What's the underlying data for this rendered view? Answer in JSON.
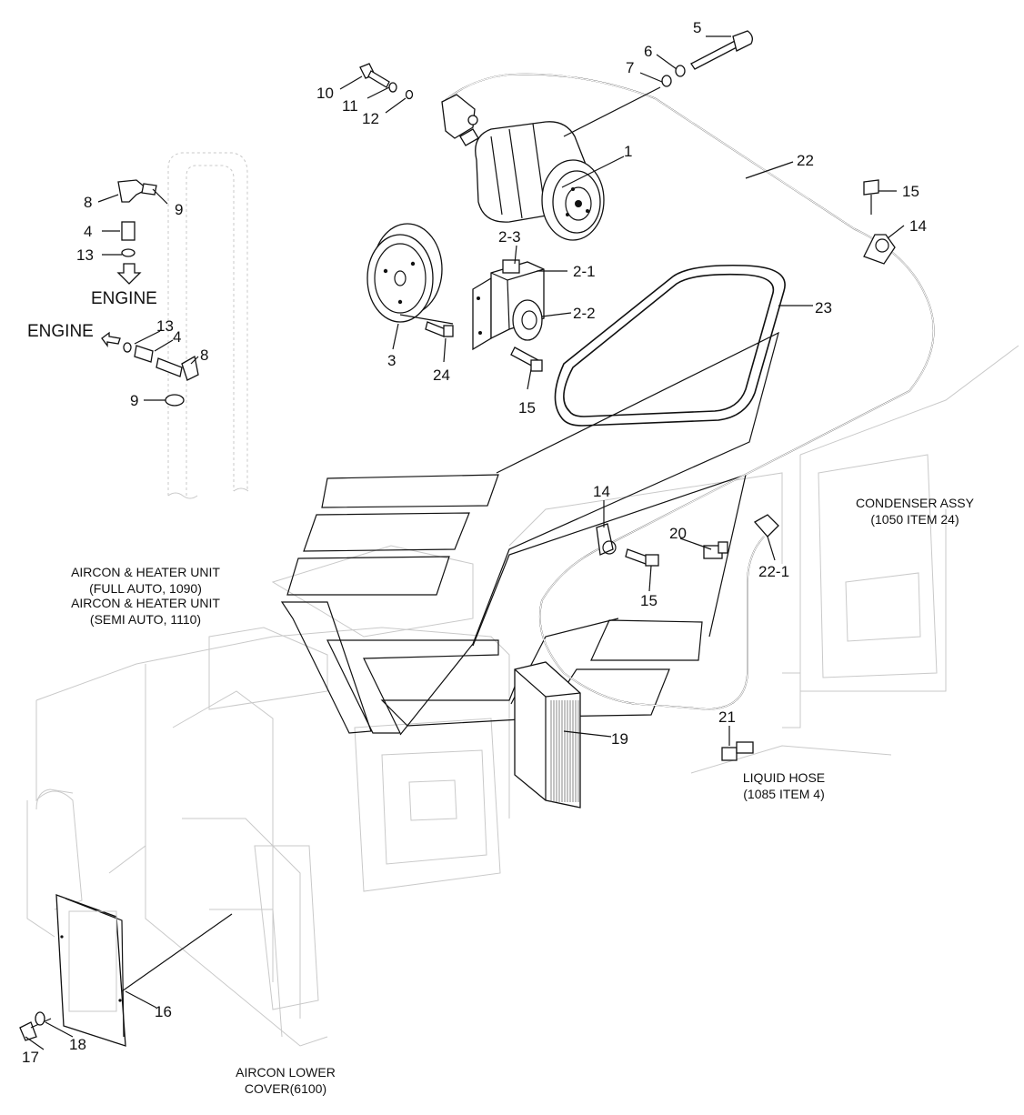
{
  "callouts": {
    "c1": "1",
    "c2_1": "2-1",
    "c2_2": "2-2",
    "c2_3": "2-3",
    "c3": "3",
    "c4a": "4",
    "c4b": "4",
    "c5": "5",
    "c6": "6",
    "c7": "7",
    "c8a": "8",
    "c8b": "8",
    "c9a": "9",
    "c9b": "9",
    "c10": "10",
    "c11": "11",
    "c12": "12",
    "c13a": "13",
    "c13b": "13",
    "c14a": "14",
    "c14b": "14",
    "c15a": "15",
    "c15b": "15",
    "c15c": "15",
    "c16": "16",
    "c17": "17",
    "c18": "18",
    "c19": "19",
    "c20": "20",
    "c21": "21",
    "c22": "22",
    "c22_1": "22-1",
    "c23": "23",
    "c24": "24"
  },
  "engine_labels": {
    "top": "ENGINE",
    "left": "ENGINE"
  },
  "captions": {
    "condenser_1": "CONDENSER ASSY",
    "condenser_2": "(1050 ITEM 24)",
    "aircon_full_1": "AIRCON & HEATER UNIT",
    "aircon_full_2": "(FULL AUTO, 1090)",
    "aircon_semi_1": "AIRCON & HEATER UNIT",
    "aircon_semi_2": "(SEMI AUTO, 1110)",
    "liquid_1": "LIQUID HOSE",
    "liquid_2": "(1085 ITEM 4)",
    "cover_1": "AIRCON LOWER",
    "cover_2": "COVER(6100)"
  }
}
